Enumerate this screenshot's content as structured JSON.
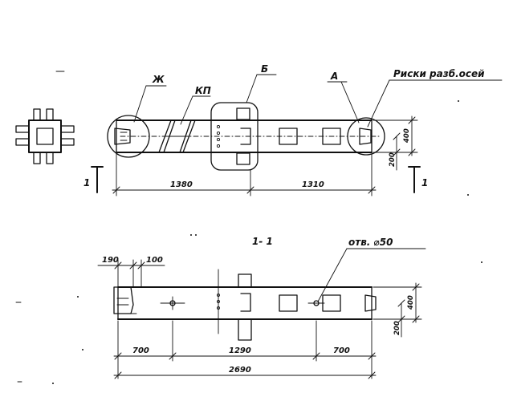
{
  "labels": {
    "zh": "Ж",
    "kp": "КП",
    "b": "Б",
    "a": "А",
    "marks": "Риски разб.осей",
    "section_mark_left": "1",
    "section_mark_right": "1",
    "section_title": "1- 1",
    "hole": "отв. ⌀50"
  },
  "dims_top": {
    "left_span": "1380",
    "right_span": "1310",
    "height_400": "400",
    "height_200": "200"
  },
  "dims_bottom": {
    "d190": "190",
    "d100": "100",
    "left_700": "700",
    "mid_1290": "1290",
    "right_700": "700",
    "total_2690": "2690",
    "height_400": "400",
    "height_200": "200"
  },
  "colors": {
    "ink": "#111111",
    "paper": "#ffffff"
  }
}
